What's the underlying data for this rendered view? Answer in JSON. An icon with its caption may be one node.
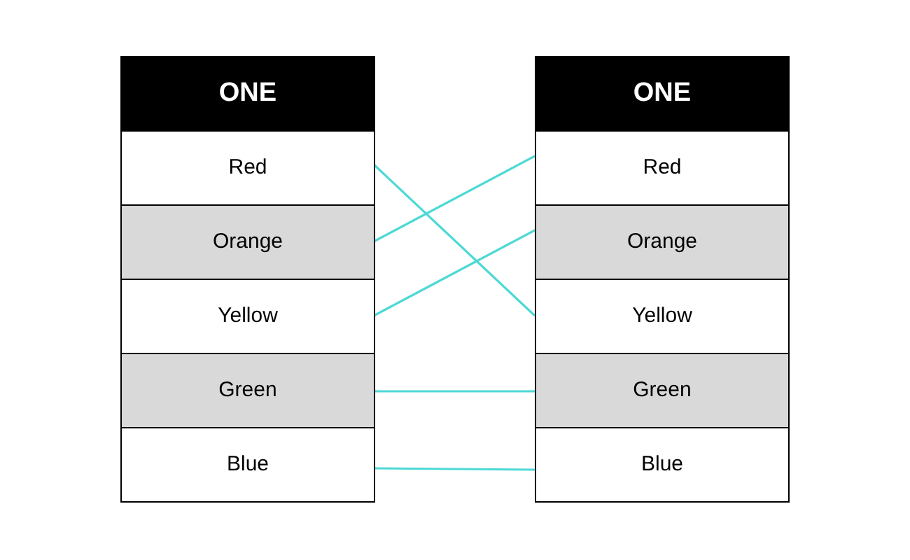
{
  "diagram": {
    "nodes": [
      {
        "text": [
          "ONE"
        ]
      },
      {
        "text": [
          "Red"
        ]
      },
      {
        "text": [
          "Orange"
        ]
      },
      {
        "text": [
          "Yellow"
        ]
      },
      {
        "text": [
          "Green"
        ]
      },
      {
        "text": [
          "Blue"
        ]
      },
      {
        "text": [
          "ONE"
        ]
      },
      {
        "text": [
          "Red"
        ]
      },
      {
        "text": [
          "Orange"
        ]
      },
      {
        "text": [
          "Yellow"
        ]
      },
      {
        "text": [
          "Green"
        ]
      },
      {
        "text": [
          "Blue"
        ]
      }
    ],
    "edges": [
      {
        "from": 1,
        "to": 9,
        "arrow": "none"
      },
      {
        "from": 2,
        "to": 7,
        "arrow": "none"
      },
      {
        "from": 3,
        "to": 8,
        "arrow": "none"
      },
      {
        "from": 4,
        "to": 10,
        "arrow": "none"
      },
      {
        "from": 5,
        "to": 11,
        "arrow": "none"
      }
    ]
  }
}
